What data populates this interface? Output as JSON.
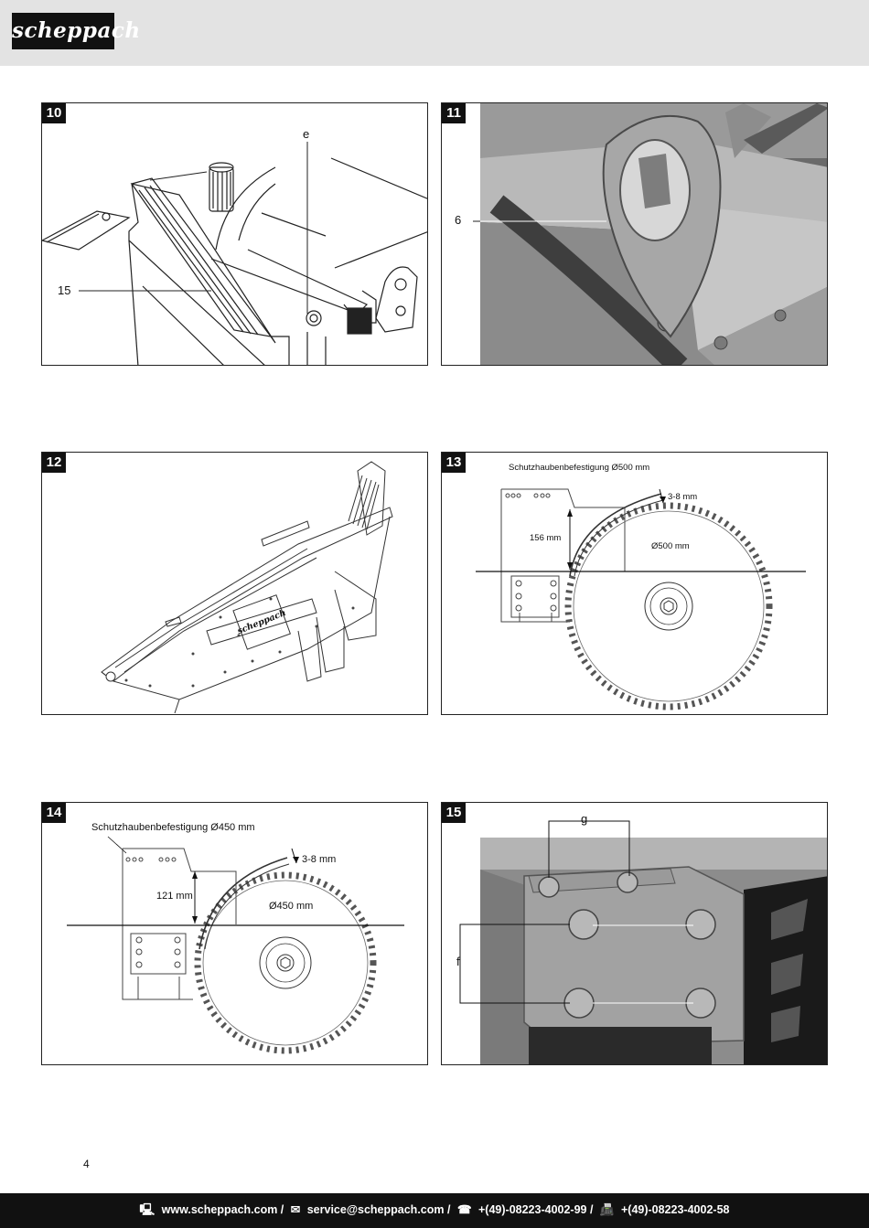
{
  "header": {
    "brand": "scheppach"
  },
  "figures": [
    {
      "number": "10",
      "labels": {
        "e": "e",
        "n15": "15"
      }
    },
    {
      "number": "11",
      "labels": {
        "n6": "6"
      }
    },
    {
      "number": "12",
      "labels": {
        "brand": "scheppach"
      }
    },
    {
      "number": "13",
      "labels": {
        "mount": "Schutzhaubenbefestigung Ø500 mm",
        "gap": "3-8 mm",
        "height": "156 mm",
        "blade": "Ø500 mm"
      }
    },
    {
      "number": "14",
      "labels": {
        "mount": "Schutzhaubenbefestigung Ø450 mm",
        "gap": "3-8 mm",
        "height": "121 mm",
        "blade": "Ø450 mm"
      }
    },
    {
      "number": "15",
      "labels": {
        "g": "g",
        "f": "f"
      }
    }
  ],
  "page_number": "4",
  "footer": {
    "web_icon": "computer-icon",
    "web": "www.scheppach.com /",
    "mail_icon": "envelope-icon",
    "mail": "service@scheppach.com /",
    "phone_icon": "telephone-icon",
    "phone": "+(49)-08223-4002-99 /",
    "fax_icon": "fax-icon",
    "fax": "+(49)-08223-4002-58"
  }
}
